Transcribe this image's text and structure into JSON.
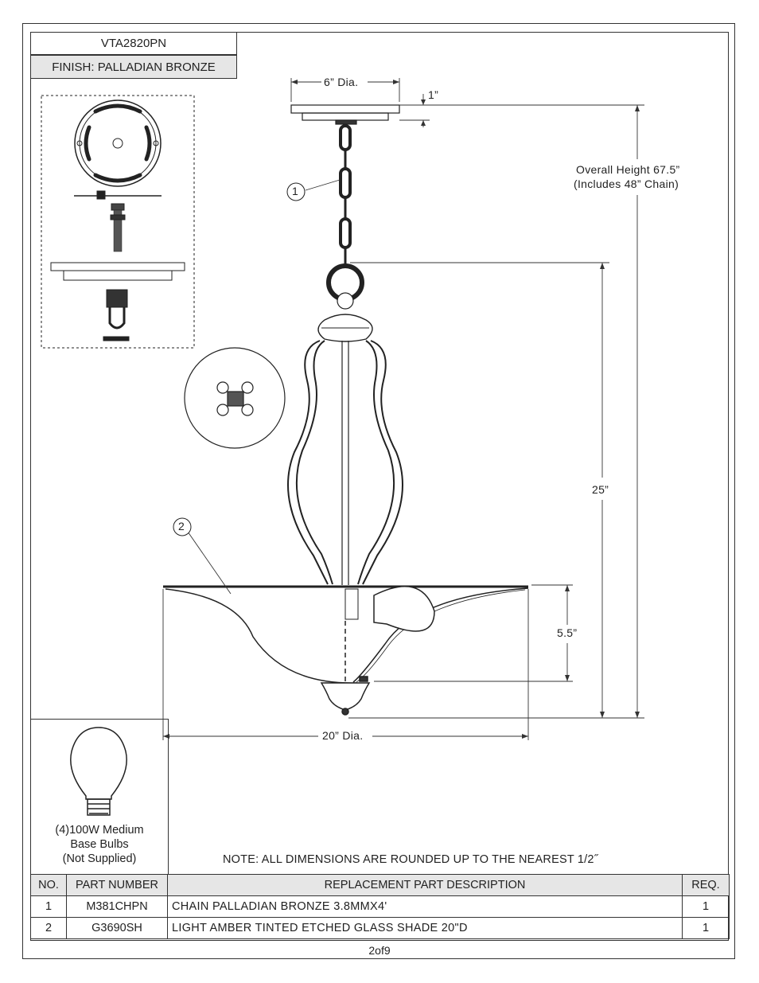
{
  "header": {
    "model": "VTA2820PN",
    "finish": "FINISH: PALLADIAN BRONZE"
  },
  "dimensions": {
    "canopy_dia": "6” Dia.",
    "canopy_height": "1”",
    "overall_height_line1": "Overall Height 67.5”",
    "overall_height_line2": "(Includes 48” Chain)",
    "body_height": "25”",
    "shade_height": "5.5”",
    "shade_dia": "20” Dia."
  },
  "callouts": {
    "chain": "1",
    "shade": "2"
  },
  "bulb": {
    "line1": "(4)100W Medium",
    "line2": "Base Bulbs",
    "line3": "(Not Supplied)"
  },
  "note": "NOTE:  ALL DIMENSIONS ARE ROUNDED UP TO THE NEAREST  1/2˝",
  "parts_table": {
    "headers": [
      "NO.",
      "PART NUMBER",
      "REPLACEMENT PART DESCRIPTION",
      "REQ."
    ],
    "rows": [
      [
        "1",
        "M381CHPN",
        "CHAIN PALLADIAN BRONZE 3.8MMX4'",
        "1"
      ],
      [
        "2",
        "G3690SH",
        "LIGHT AMBER TINTED ETCHED GLASS SHADE 20\"D",
        "1"
      ]
    ]
  },
  "page": "2of9"
}
